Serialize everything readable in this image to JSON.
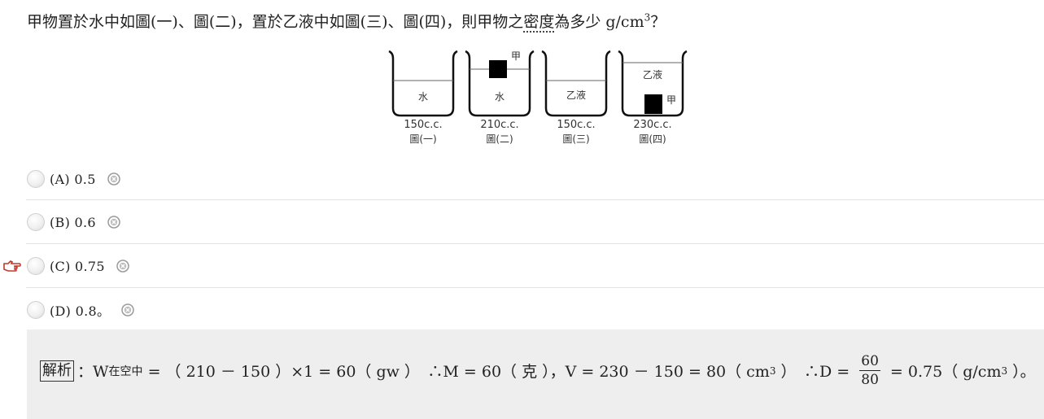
{
  "question": {
    "pre": "甲物置於水中如圖(一)、圖(二)，置於乙液中如圖(三)、圖(四)，則甲物之",
    "dotted": "密度",
    "post": "為多少 g/cm",
    "post_sup": "3",
    "qmark": "？"
  },
  "figure": {
    "beakers": [
      {
        "liquid": "水",
        "volume": "150c.c.",
        "caption": "圖(一)",
        "has_block": false,
        "block_label": ""
      },
      {
        "liquid": "水",
        "volume": "210c.c.",
        "caption": "圖(二)",
        "has_block": true,
        "block_label": "甲"
      },
      {
        "liquid": "乙液",
        "volume": "150c.c.",
        "caption": "圖(三)",
        "has_block": false,
        "block_label": ""
      },
      {
        "liquid": "乙液",
        "volume": "230c.c.",
        "caption": "圖(四)",
        "has_block": true,
        "block_label": "甲"
      }
    ]
  },
  "options": [
    {
      "label": "(A) 0.5",
      "selected": false
    },
    {
      "label": "(B) 0.6",
      "selected": false
    },
    {
      "label": "(C) 0.75",
      "selected": true
    },
    {
      "label": "(D) 0.8。",
      "selected": false
    }
  ],
  "explanation": {
    "tag": "解析",
    "w_pre": "：W",
    "w_sub": "在空中",
    "part1": " = （ 210 － 150 ）×1 = 60（ gw ）　∴M = 60（ 克 ），V = 230 － 150 = 80（ cm",
    "sup1": "3",
    "part2": " ）　∴D = ",
    "frac_num": "60",
    "frac_den": "80",
    "part3": " = 0.75（ g/cm",
    "sup2": "3",
    "part4": " ）。"
  },
  "colors": {
    "pointer": "#c0392b",
    "explain_bg": "#eeeeee",
    "separator": "#e3e3e3"
  }
}
